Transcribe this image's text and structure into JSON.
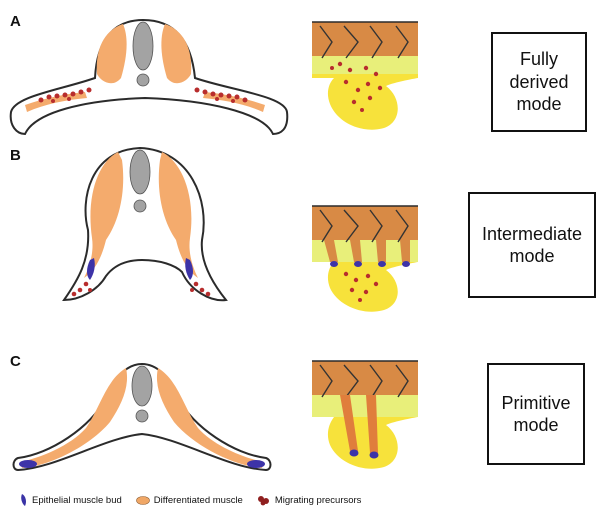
{
  "panels": [
    {
      "letter": "A",
      "mode_text": "Fully\nderived\nmode"
    },
    {
      "letter": "B",
      "mode_text": "Intermediate\nmode"
    },
    {
      "letter": "C",
      "mode_text": "Primitive\nmode"
    }
  ],
  "legend": [
    {
      "label": "Epithelial muscle bud",
      "icon": "epithelial-muscle-bud-icon",
      "color": "#3a33a6"
    },
    {
      "label": "Differentiated muscle",
      "icon": "differentiated-muscle-icon",
      "color": "#f0a766"
    },
    {
      "label": "Migrating precursors",
      "icon": "migrating-precursors-icon",
      "color": "#8f1f1f"
    }
  ],
  "colors": {
    "muscle": "#f4ab6d",
    "neural": "#a3a3a3",
    "yellow": "#f7e23b",
    "yellow_light": "#e8ef7a",
    "brown": "#d88a45",
    "bud": "#3d33a8",
    "precursor": "#b82d2d",
    "outline": "#2b2b2b"
  }
}
